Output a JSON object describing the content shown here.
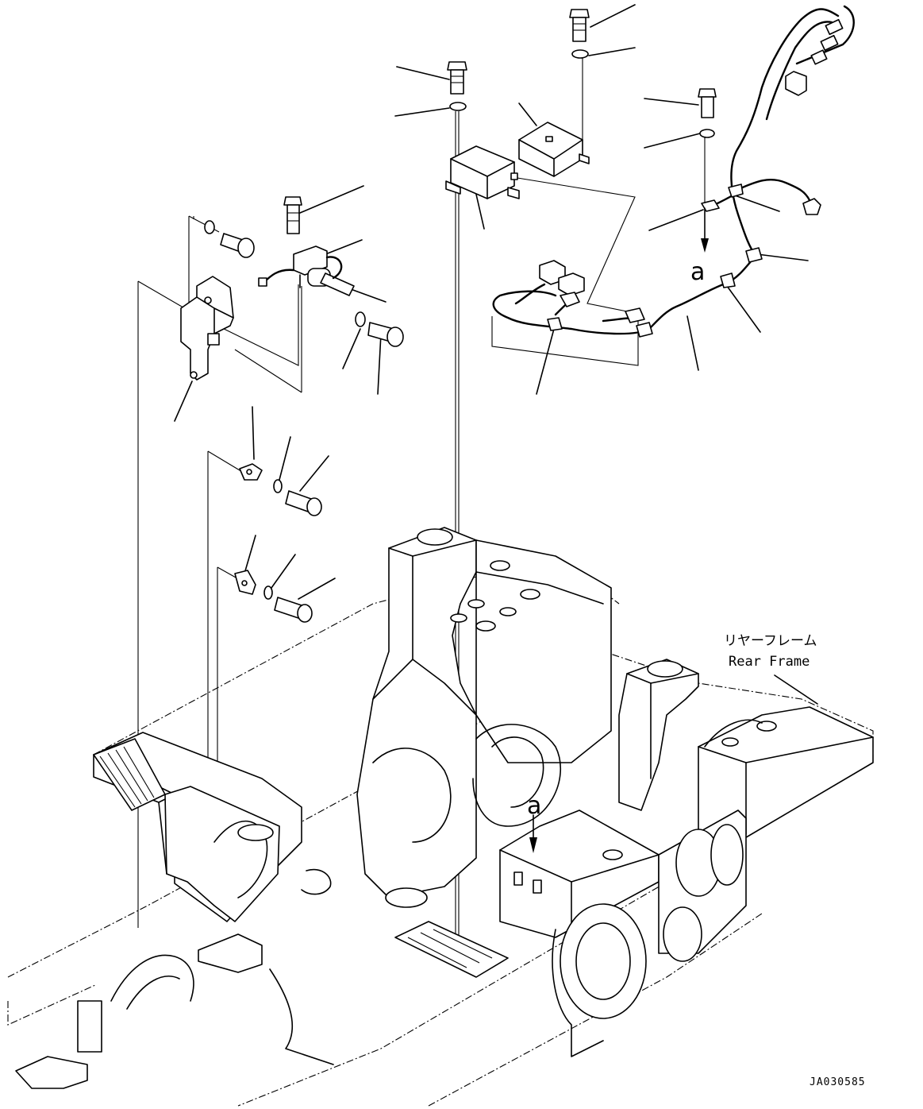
{
  "labels": {
    "frame_label_jp": "リヤーフレーム",
    "frame_label_en": "Rear Frame",
    "ref_mark": "a",
    "drawing_code": "JA030585"
  }
}
